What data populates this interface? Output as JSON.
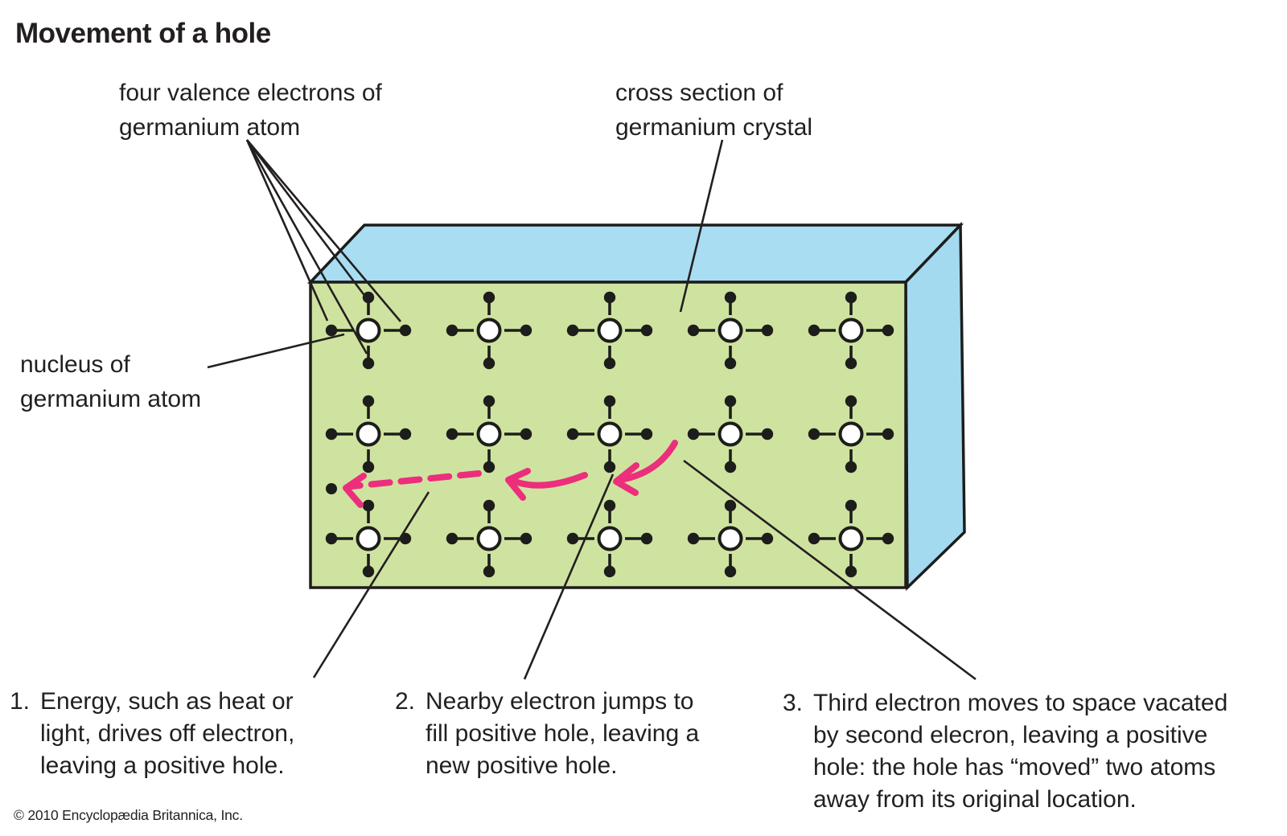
{
  "title": "Movement of a hole",
  "labels": {
    "four_valence": "four valence electrons of\ngermanium atom",
    "cross_section": "cross section of\ngermanium crystal",
    "nucleus": "nucleus of\ngermanium atom"
  },
  "captions": [
    {
      "number": "1.",
      "text": "Energy, such as heat or\nlight, drives off electron,\nleaving a positive hole."
    },
    {
      "number": "2.",
      "text": "Nearby electron jumps to\nfill positive hole, leaving a\nnew positive hole."
    },
    {
      "number": "3.",
      "text": "Third electron moves to space vacated\nby second elecron, leaving a positive\nhole: the hole has “moved” two atoms\naway from its original location."
    }
  ],
  "copyright": "© 2010 Encyclopædia Britannica, Inc.",
  "diagram": {
    "subject": "cross section of germanium crystal",
    "atom_grid": {
      "columns": 5,
      "rows": 3,
      "electrons_per_atom": 4
    },
    "free_electrons": 1,
    "colors": {
      "front_face": "#cfe3a0",
      "top_face": "#a8ddf2",
      "side_face": "#a4daf0",
      "outline": "#1d1d1b",
      "leader": "#231f20",
      "arrow_pink": "#ec2e7c",
      "nucleus_fill": "#ffffff",
      "electron": "#1d1d1b",
      "text": "#231f20"
    }
  }
}
